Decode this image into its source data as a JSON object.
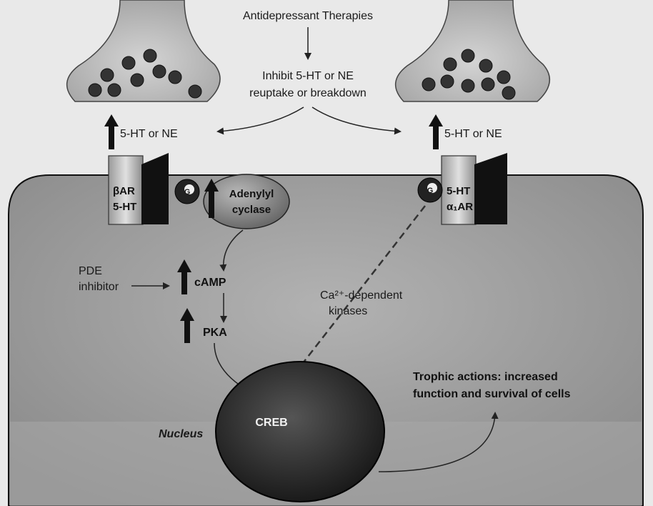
{
  "labels": {
    "therapies": "Antidepressant Therapies",
    "inhibit_line1": "Inhibit 5-HT or NE",
    "inhibit_line2": "reuptake or breakdown",
    "transmitter_left": "5-HT or NE",
    "transmitter_right": "5-HT or NE",
    "receptor_left_line1": "βAR",
    "receptor_left_line2": "5-HT",
    "receptor_right_line1": "5-HT",
    "receptor_right_line2": "α₁AR",
    "adenylyl_line1": "Adenylyl",
    "adenylyl_line2": "cyclase",
    "g_protein": "G",
    "pde_line1": "PDE",
    "pde_line2": "inhibitor",
    "camp": "cAMP",
    "pka": "PKA",
    "ca_line1": "Ca²⁺-dependent",
    "ca_line2": "kinases",
    "creb": "CREB",
    "nucleus": "Nucleus",
    "trophic_line1": "Trophic actions: increased",
    "trophic_line2": "function and survival of cells"
  },
  "colors": {
    "background": "#e9e9e9",
    "cell": "#9a9a9a",
    "terminal": "#c9c9c9",
    "vesicle": "#333333",
    "enzyme": "#8a8a8a",
    "nucleus": "#2a2a2a",
    "arrow": "#222222"
  }
}
